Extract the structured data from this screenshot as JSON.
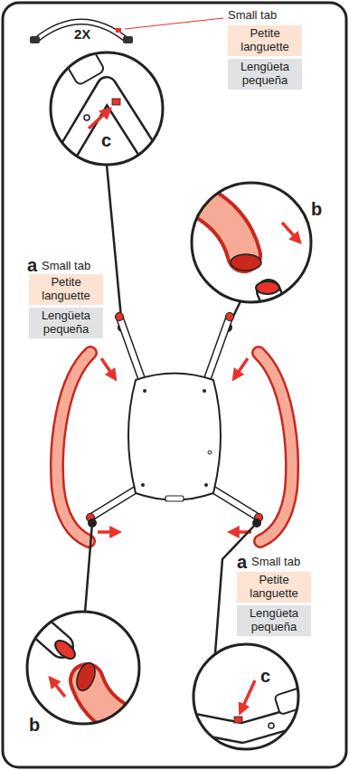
{
  "diagram": {
    "nodes": [
      {
        "text": [
          "Petite languette"
        ]
      },
      {
        "text": [
          "Lengüeta pequeña"
        ]
      },
      {
        "text": [
          "Petite languette"
        ]
      },
      {
        "text": [
          "Lengüeta pequeña"
        ]
      },
      {
        "text": [
          "Petite languette"
        ]
      },
      {
        "text": [
          "Lengüeta pequeña"
        ]
      }
    ],
    "labels": [
      "2X",
      "Small tab",
      "c",
      "b",
      "a",
      "Small tab",
      "a",
      "Small tab",
      "c",
      "b"
    ]
  }
}
